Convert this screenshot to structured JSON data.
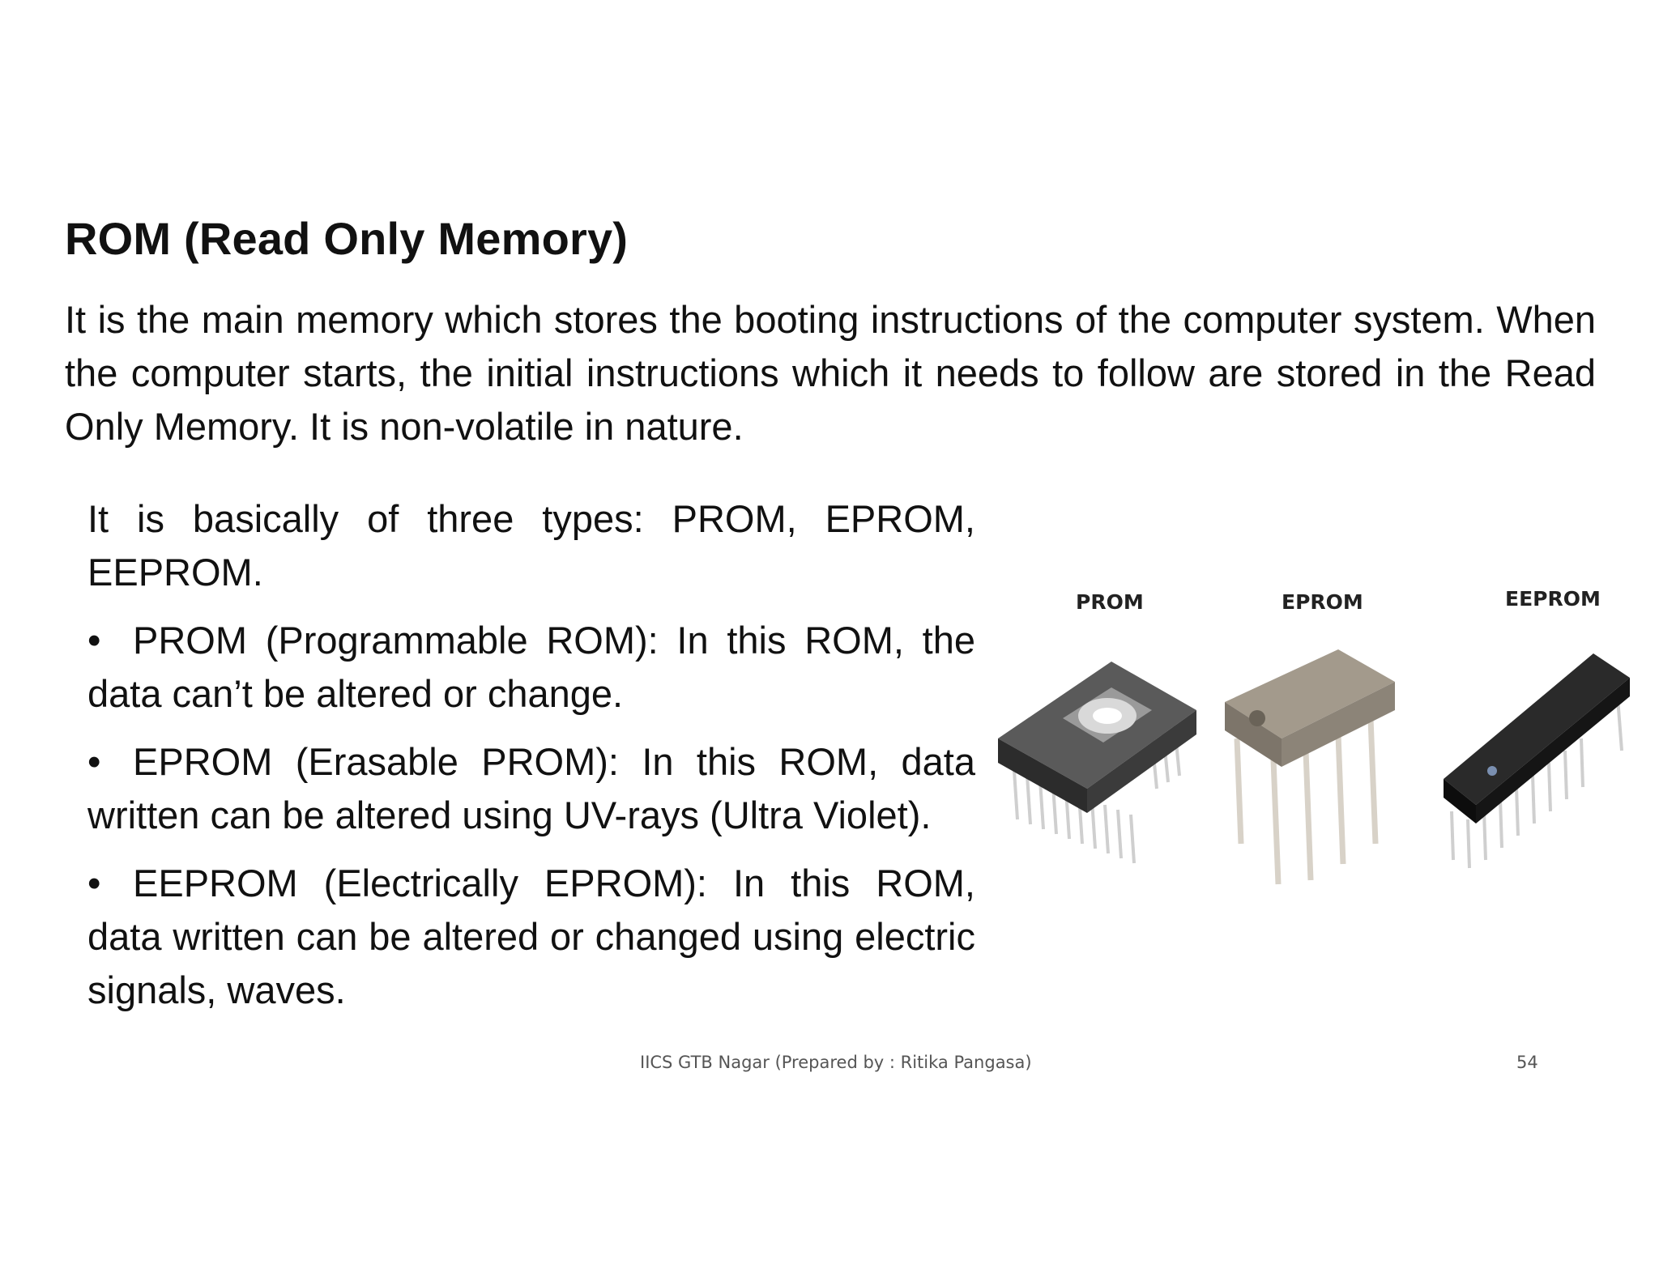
{
  "slide": {
    "title": "ROM (Read Only Memory)",
    "intro": "It is the main memory which stores the booting instructions of the computer system. When the computer starts, the initial instructions which it needs to follow are stored in the Read Only Memory. It is non-volatile in nature.",
    "types_intro": "It is basically of three types: PROM, EPROM, EEPROM.",
    "bullets": [
      {
        "mark": "•",
        "text": "PROM (Programmable ROM): In this ROM, the data can’t be altered or change."
      },
      {
        "mark": "•",
        "text": "EPROM (Erasable PROM): In this ROM, data written can be altered using UV-rays (Ultra Violet)."
      },
      {
        "mark": "•",
        "text": "EEPROM (Electrically EPROM): In this ROM, data written can be altered or changed using electric signals, waves."
      }
    ]
  },
  "figure": {
    "labels": [
      "PROM",
      "EPROM",
      "EEPROM"
    ],
    "chip_colors": {
      "prom_body": "#3b3b3b",
      "prom_window": "#d9d9d9",
      "eprom_body": "#8c8478",
      "eeprom_body": "#151515",
      "pins": "#cfcfcf"
    }
  },
  "footer": {
    "credit": "IICS GTB Nagar (Prepared by : Ritika Pangasa)",
    "page_number": "54"
  }
}
